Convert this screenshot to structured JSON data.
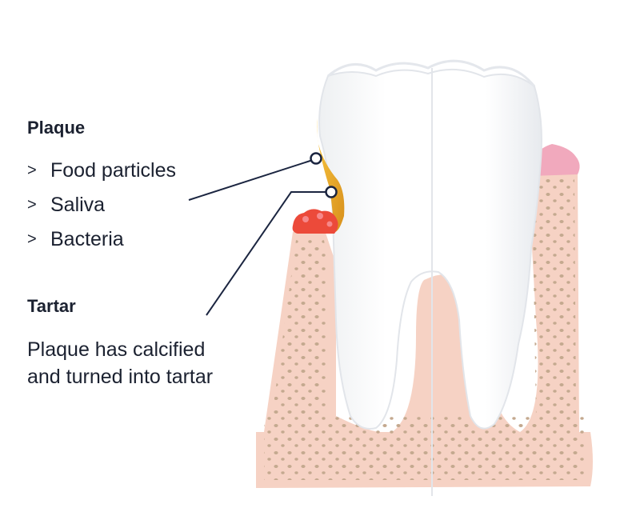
{
  "colors": {
    "tooth": "#ffffff",
    "gum": "#f6d2c4",
    "bone": "#d4b99a",
    "plaque": "#e7a520",
    "tartar": "#ec4a3a",
    "inflamed_gum": "#f1a9bd",
    "callout_line": "#1b2540"
  },
  "plaque": {
    "heading": "Plaque",
    "items": [
      {
        "marker": ">",
        "label": "Food particles"
      },
      {
        "marker": ">",
        "label": "Saliva"
      },
      {
        "marker": ">",
        "label": "Bacteria"
      }
    ]
  },
  "tartar": {
    "heading": "Tartar",
    "description_lines": [
      "Plaque has calcified",
      "and turned into tartar"
    ]
  }
}
